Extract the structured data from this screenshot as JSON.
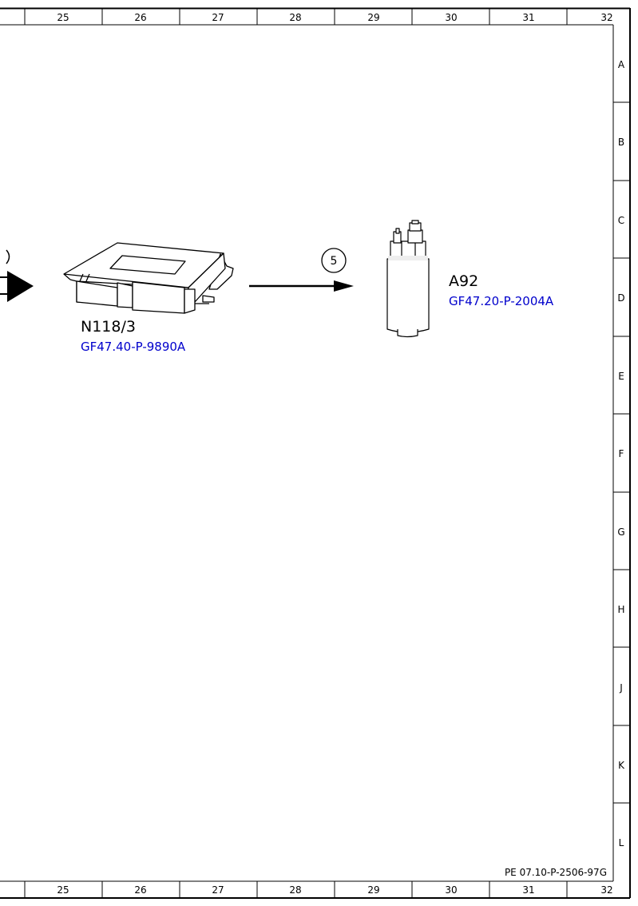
{
  "grid": {
    "columns": [
      "25",
      "26",
      "27",
      "28",
      "29",
      "30",
      "31",
      "32"
    ],
    "rows": [
      "A",
      "B",
      "C",
      "D",
      "E",
      "F",
      "G",
      "H",
      "J",
      "K",
      "L"
    ]
  },
  "components": {
    "control_unit": {
      "label": "N118/3",
      "ref": "GF47.40-P-9890A"
    },
    "fuel_pump": {
      "label": "A92",
      "ref": "GF47.20-P-2004A"
    }
  },
  "connection": {
    "number": "5"
  },
  "document_code": "PE 07.10-P-2506-97G"
}
